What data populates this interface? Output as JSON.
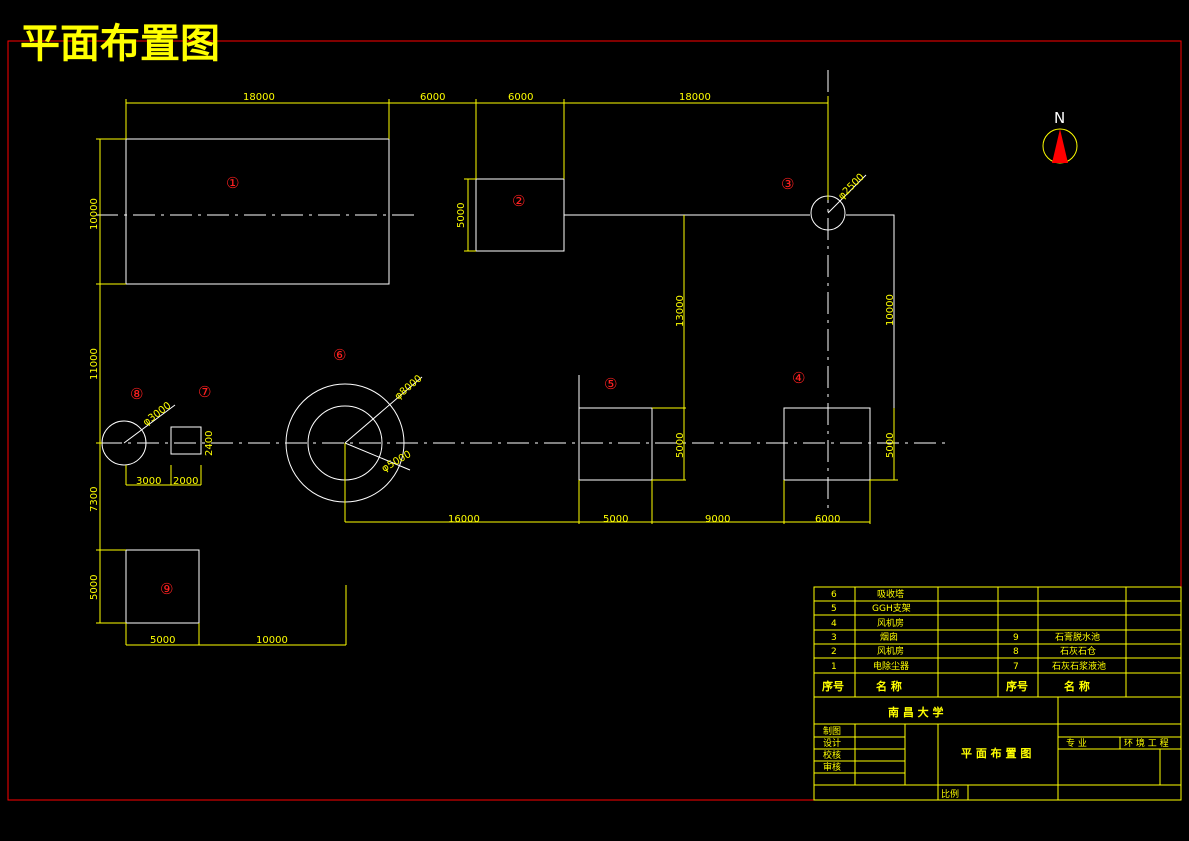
{
  "drawing": {
    "title": "平面布置图",
    "north": "N",
    "colors": {
      "frame": "#ff0000",
      "lines": "#ffffff",
      "dims": "#ffff00",
      "labels": "#ff2020",
      "background": "#000000"
    }
  },
  "dimensions": {
    "top_1": "18000",
    "top_2": "6000",
    "top_3": "6000",
    "top_4": "18000",
    "left_1": "10000",
    "left_2": "11000",
    "left_3": "7300",
    "left_4": "5000",
    "box2_h": "5000",
    "v_13000": "13000",
    "v_10000": "10000",
    "d_2500": "φ2500",
    "d_8000": "φ8000",
    "d_5000": "φ5000",
    "d_3000": "φ3000",
    "box7_h": "2400",
    "b_3000": "3000",
    "b_2000": "2000",
    "box5_h": "5000",
    "box4_h": "5000",
    "bot_16000": "16000",
    "bot_5000": "5000",
    "bot_9000": "9000",
    "bot_6000": "6000",
    "box9_w": "5000",
    "box9_gap": "10000"
  },
  "labels": {
    "n1": "①",
    "n2": "②",
    "n3": "③",
    "n4": "④",
    "n5": "⑤",
    "n6": "⑥",
    "n7": "⑦",
    "n8": "⑧",
    "n9": "⑨"
  },
  "title_block": {
    "rows": [
      {
        "no": "6",
        "name": "吸收塔"
      },
      {
        "no": "5",
        "name": "GGH支架"
      },
      {
        "no": "4",
        "name": "风机房"
      },
      {
        "no": "3",
        "name": "烟囱",
        "no2": "9",
        "name2": "石膏脱水池"
      },
      {
        "no": "2",
        "name": "风机房",
        "no2": "8",
        "name2": "石灰石仓"
      },
      {
        "no": "1",
        "name": "电除尘器",
        "no2": "7",
        "name2": "石灰石浆液池"
      }
    ],
    "header_no": "序号",
    "header_name": "名  称",
    "header_no2": "序号",
    "header_name2": "名  称",
    "school": "南  昌  大  学",
    "roles": [
      "制图",
      "设计",
      "校核",
      "审核"
    ],
    "drawing_name": "平 面 布 置 图",
    "major_label": "专   业",
    "major_value": "环 境 工 程",
    "scale_label": "比例"
  }
}
